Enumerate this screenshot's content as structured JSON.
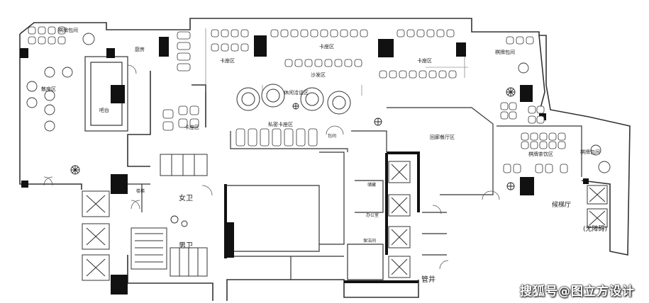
{
  "labels": {
    "kitchen": "厨房",
    "chess_room_1": "棋牌包间",
    "loose_seat_1": "散座区",
    "bar": "吧台",
    "booth_1": "卡座区",
    "booth_2": "卡座区",
    "booth_3": "卡座区",
    "sofa_area": "沙发区",
    "booth_4": "卡座区",
    "private_room": "包间",
    "leisure_area": "休闲洽谈区",
    "dining_area": "回廊餐厅区",
    "private_booth": "私密卡座区",
    "chess_room_2": "棋牌包间",
    "chess_room_3": "棋牌包间",
    "chess_hall": "棋牌茶饮区",
    "lobby": "候梯厅",
    "accessible": "(无障碍)",
    "female_wc": "女卫",
    "male_wc": "男卫",
    "pipe_well": "管井",
    "stairs": "楼梯",
    "storage": "储藏",
    "cleaning": "保洁间",
    "office": "办公室"
  },
  "watermark": "搜狐号@图立方设计"
}
